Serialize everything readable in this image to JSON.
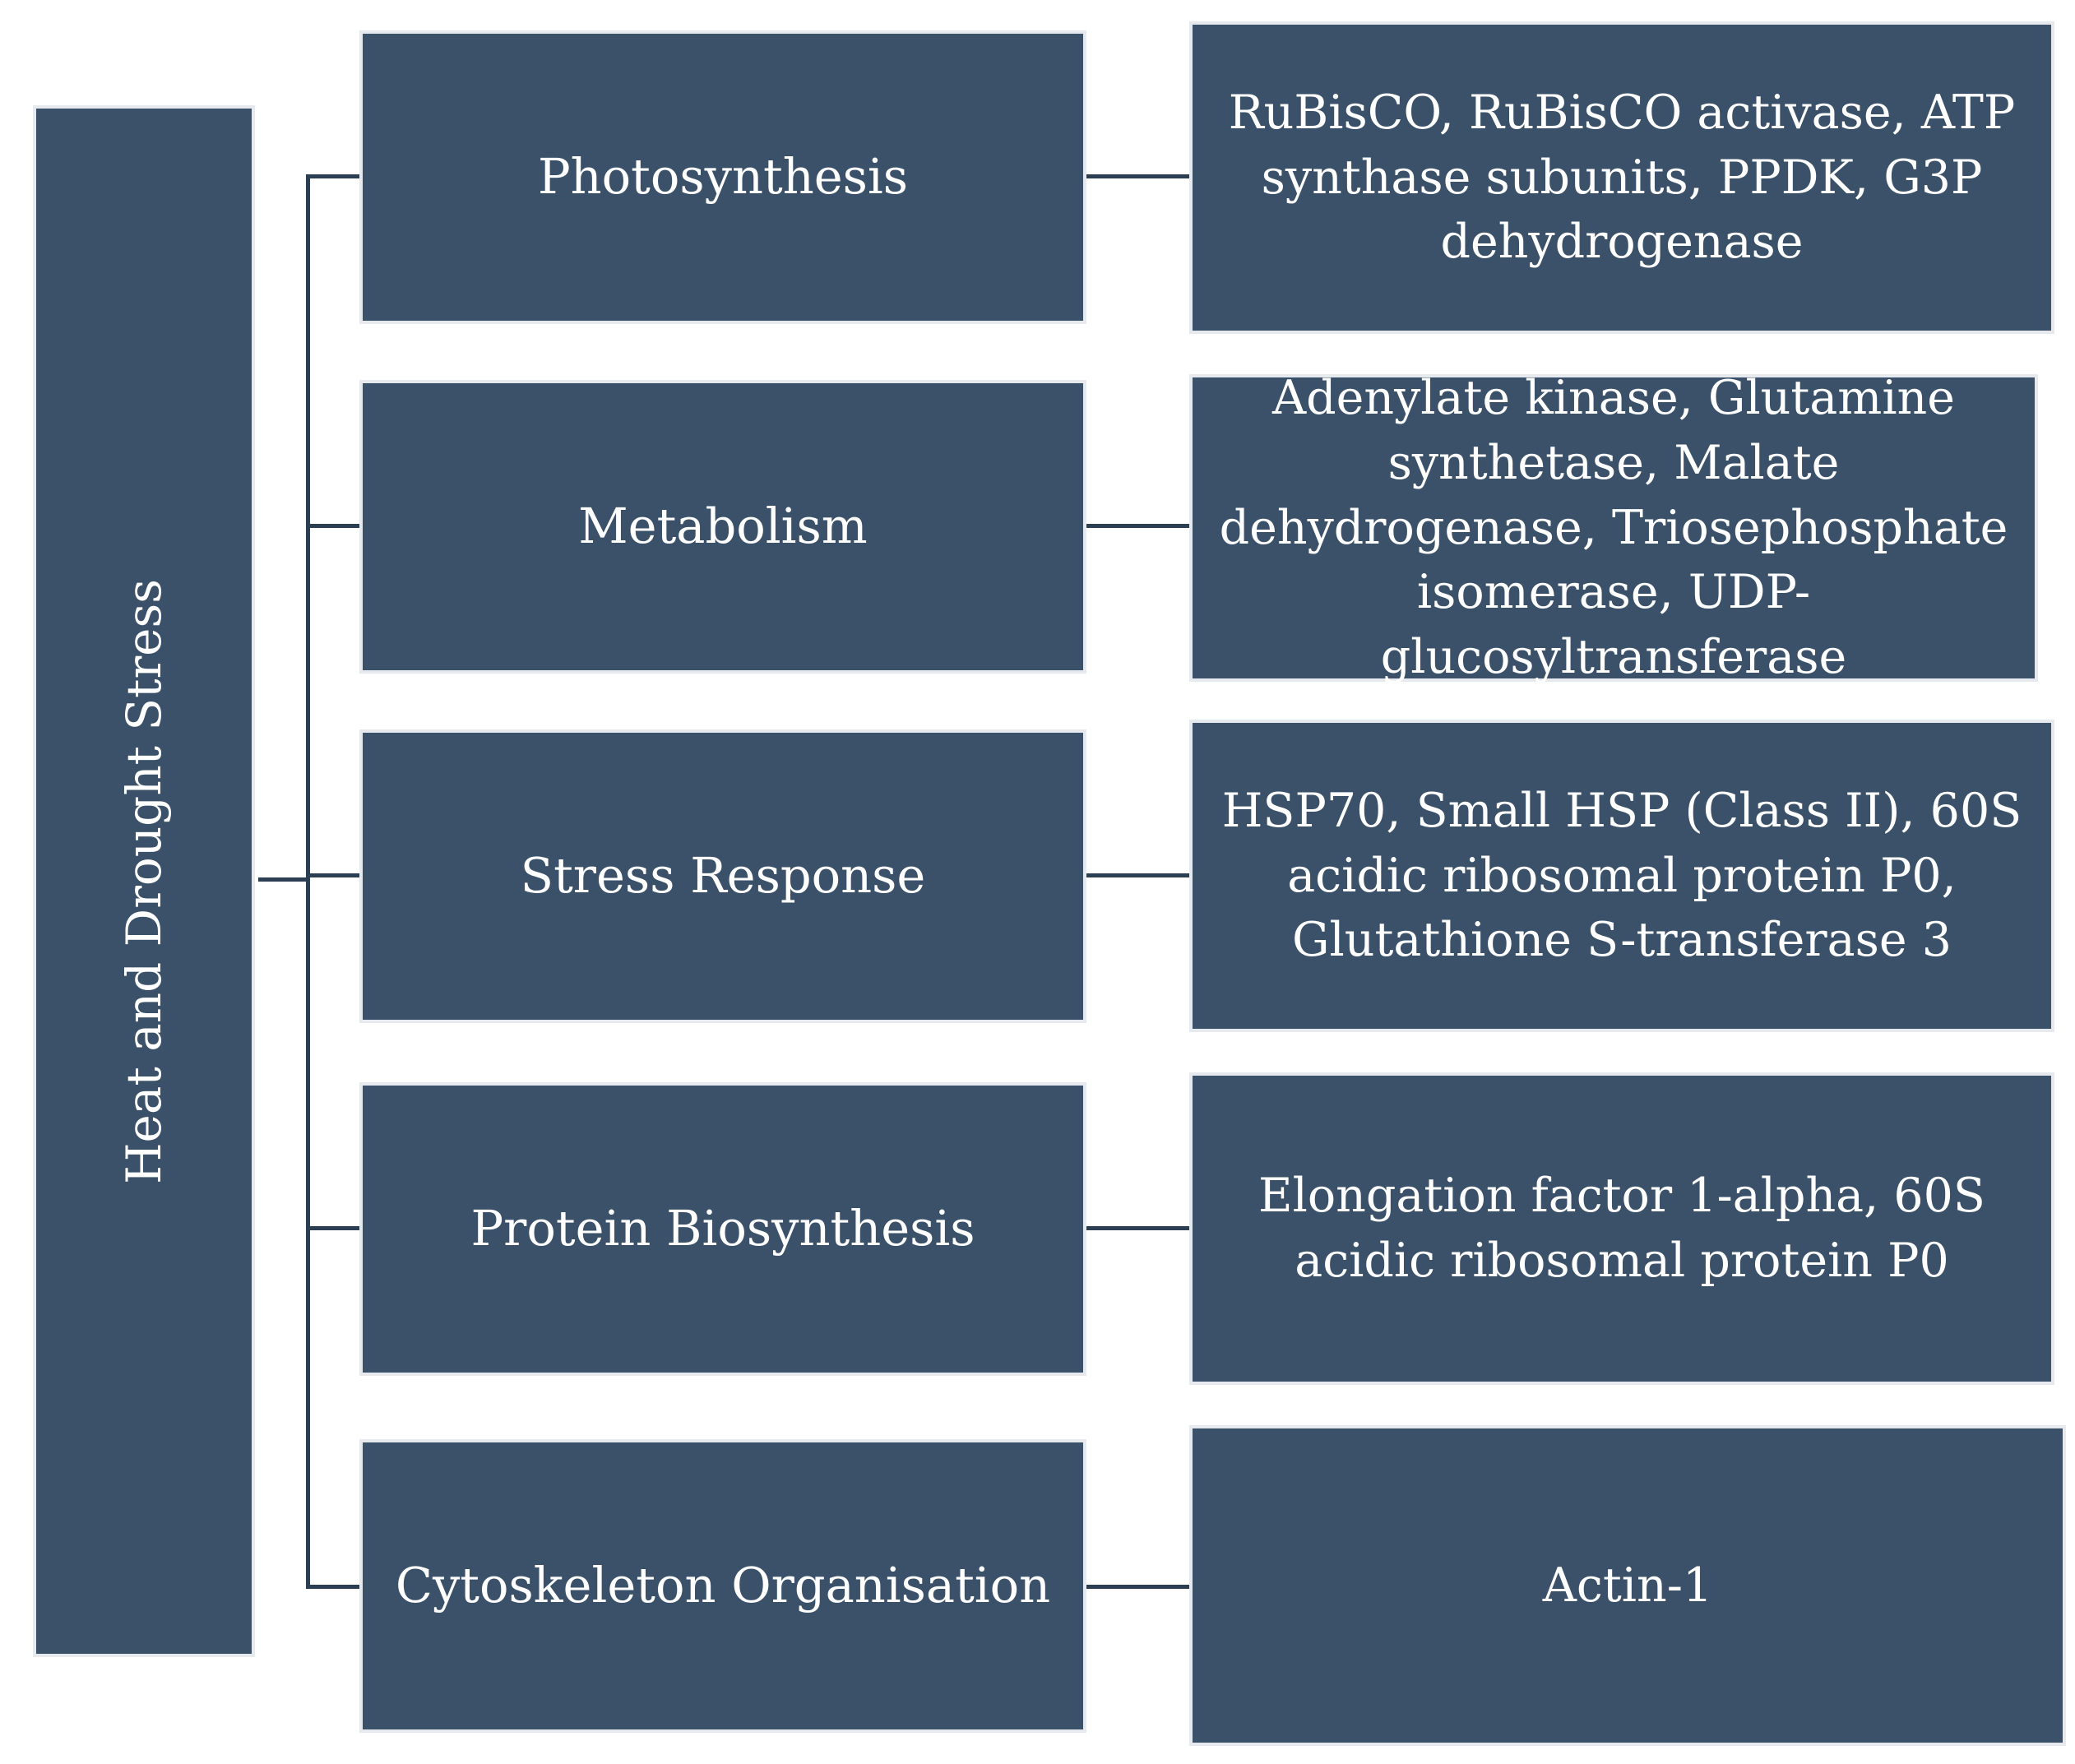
{
  "diagram": {
    "root": {
      "label": "Heat and Drought Stress"
    },
    "categories": [
      {
        "label": "Photosynthesis",
        "proteins": "RuBisCO, RuBisCO activase, ATP synthase subunits, PPDK, G3P dehydrogenase"
      },
      {
        "label": "Metabolism",
        "proteins": "Adenylate kinase, Glutamine synthetase, Malate dehydrogenase, Triosephosphate isomerase, UDP-glucosyltransferase"
      },
      {
        "label": "Stress Response",
        "proteins": "HSP70, Small HSP (Class II), 60S acidic ribosomal protein P0, Glutathione S-transferase 3"
      },
      {
        "label": "Protein Biosynthesis",
        "proteins": "Elongation factor 1-alpha, 60S acidic ribosomal protein P0"
      },
      {
        "label": "Cytoskeleton Organisation",
        "proteins": "Actin-1"
      }
    ],
    "colors": {
      "box_fill": "#3a5169",
      "box_border": "#e6e9ee",
      "connector": "#2c3f52",
      "text": "#ffffff"
    }
  }
}
